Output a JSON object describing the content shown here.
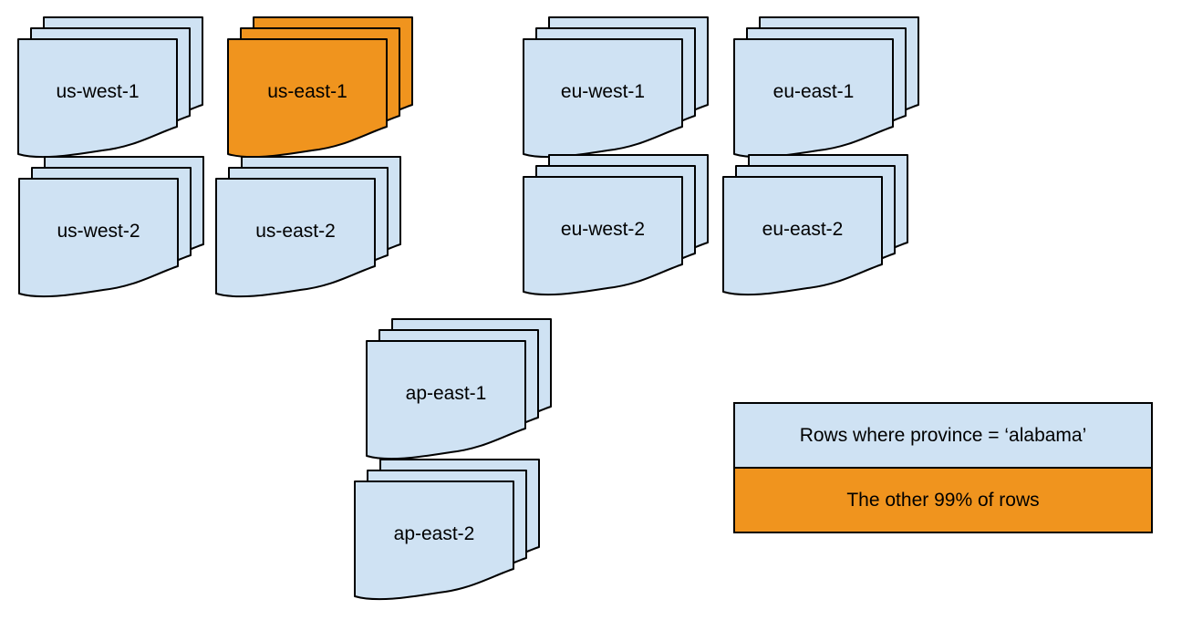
{
  "diagram": {
    "stacks": [
      {
        "label": "us-west-1",
        "highlighted": false
      },
      {
        "label": "us-east-1",
        "highlighted": true
      },
      {
        "label": "eu-west-1",
        "highlighted": false
      },
      {
        "label": "eu-east-1",
        "highlighted": false
      },
      {
        "label": "us-west-2",
        "highlighted": false
      },
      {
        "label": "us-east-2",
        "highlighted": false
      },
      {
        "label": "eu-west-2",
        "highlighted": false
      },
      {
        "label": "eu-east-2",
        "highlighted": false
      },
      {
        "label": "ap-east-1",
        "highlighted": false
      },
      {
        "label": "ap-east-2",
        "highlighted": false
      }
    ],
    "legend": {
      "items": [
        {
          "label": "Rows where province = ‘alabama’",
          "highlighted": false
        },
        {
          "label": "The other 99% of rows",
          "highlighted": true
        }
      ]
    },
    "colors": {
      "document_fill": "#cfe2f3",
      "highlight_fill": "#f0941e",
      "stroke": "#000000",
      "background": "#ffffff"
    }
  }
}
